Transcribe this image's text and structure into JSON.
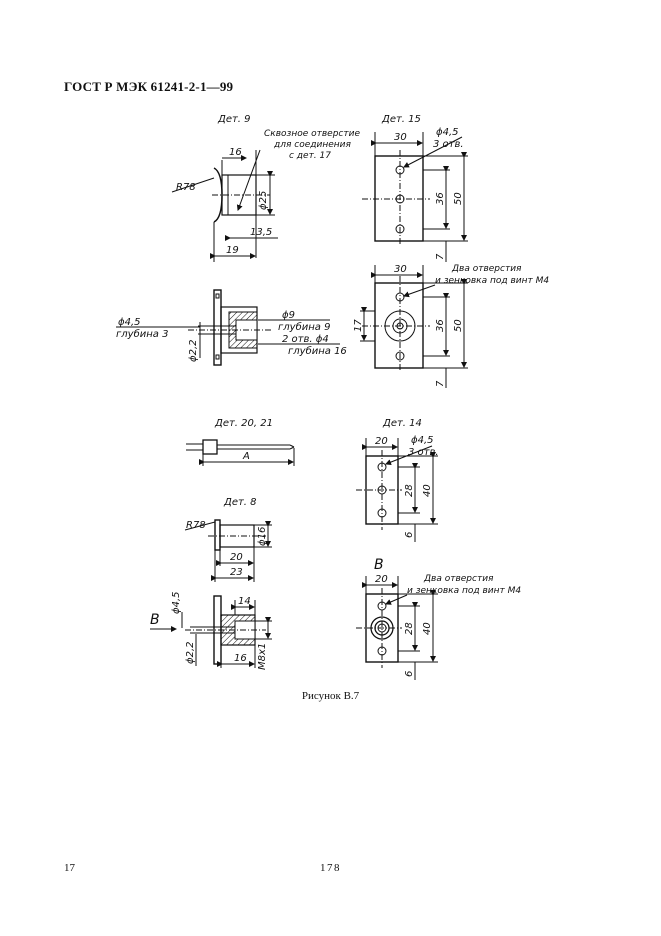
{
  "header": {
    "standard": "ГОСТ Р МЭК 61241-2-1—99"
  },
  "drawings": {
    "det9": {
      "title": "Дет. 9",
      "note": [
        "Сквозное отверстие",
        "для соединения",
        "с дет. 17"
      ],
      "dims": {
        "r": "R78",
        "w16": "16",
        "d25": "ϕ25",
        "w13_5": "13,5",
        "w19": "19"
      }
    },
    "det9_section": {
      "d4_5": "ϕ4,5",
      "depth3": "глубина 3",
      "d9": "ϕ9",
      "depth9": "глубина 9",
      "holes4": "2 отв. ϕ4",
      "depth16": "глубина 16",
      "d2_2": "ϕ2,2"
    },
    "det15": {
      "title": "Дет. 15",
      "dims": {
        "w30": "30",
        "d4_5": "ϕ4,5",
        "holes3": "3 отв.",
        "h36": "36",
        "h50": "50",
        "h7": "7"
      }
    },
    "det15_b": {
      "dims": {
        "w30": "30",
        "h17": "17",
        "h36": "36",
        "h50": "50",
        "h7": "7"
      },
      "note": [
        "Два отверстия",
        "и зенковка под винт М4"
      ]
    },
    "det20_21": {
      "title": "Дет. 20, 21",
      "dim_a": "А"
    },
    "det14": {
      "title": "Дет. 14",
      "dims": {
        "w20": "20",
        "d4_5": "ϕ4,5",
        "holes3": "3 отв.",
        "h28": "28",
        "h40": "40",
        "h6": "6"
      }
    },
    "det8": {
      "title": "Дет. 8",
      "dims": {
        "r": "R78",
        "d16": "ϕ16",
        "w20": "20",
        "w23": "23"
      }
    },
    "det8_section": {
      "view": "В",
      "d4_5": "ϕ4,5",
      "w14": "14",
      "w16": "16",
      "d2_2": "ϕ2,2",
      "thread": "М8х1"
    },
    "det14_b": {
      "view": "В",
      "dims": {
        "w20": "20",
        "h28": "28",
        "h40": "40",
        "h6": "6"
      },
      "note": [
        "Два отверстия",
        "и зенковка под винт М4"
      ]
    }
  },
  "caption": "Рисунок В.7",
  "footer": {
    "left_number": "17",
    "page_number": "178"
  }
}
